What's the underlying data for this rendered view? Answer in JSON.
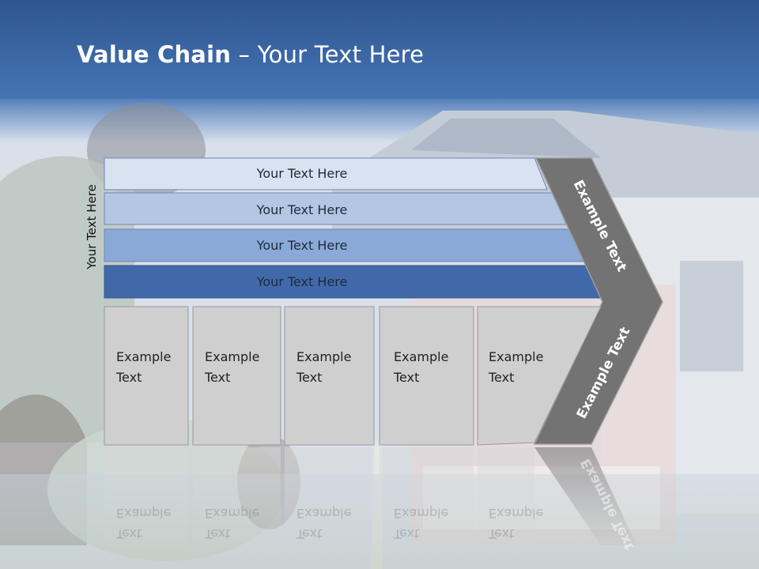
{
  "title": {
    "strong": "Value Chain",
    "rest": " – Your Text Here"
  },
  "side_label": "Your Text Here",
  "bands": [
    {
      "label": "Your Text Here"
    },
    {
      "label": "Your Text Here"
    },
    {
      "label": "Your Text Here"
    },
    {
      "label": "Your Text Here"
    }
  ],
  "boxes": [
    {
      "line1": "Example",
      "line2": "Text"
    },
    {
      "line1": "Example",
      "line2": "Text"
    },
    {
      "line1": "Example",
      "line2": "Text"
    },
    {
      "line1": "Example",
      "line2": "Text"
    },
    {
      "line1": "Example",
      "line2": "Text"
    }
  ],
  "chevron": {
    "upper": "Example Text",
    "lower": "Example Text"
  },
  "colors": {
    "header": "#3a63a0",
    "band1": "#d9e2f1",
    "band2": "#b3c6e4",
    "band3": "#8aa9d6",
    "band4": "#4169aa",
    "box": "#cfcfcf",
    "chevron": "#737373"
  }
}
